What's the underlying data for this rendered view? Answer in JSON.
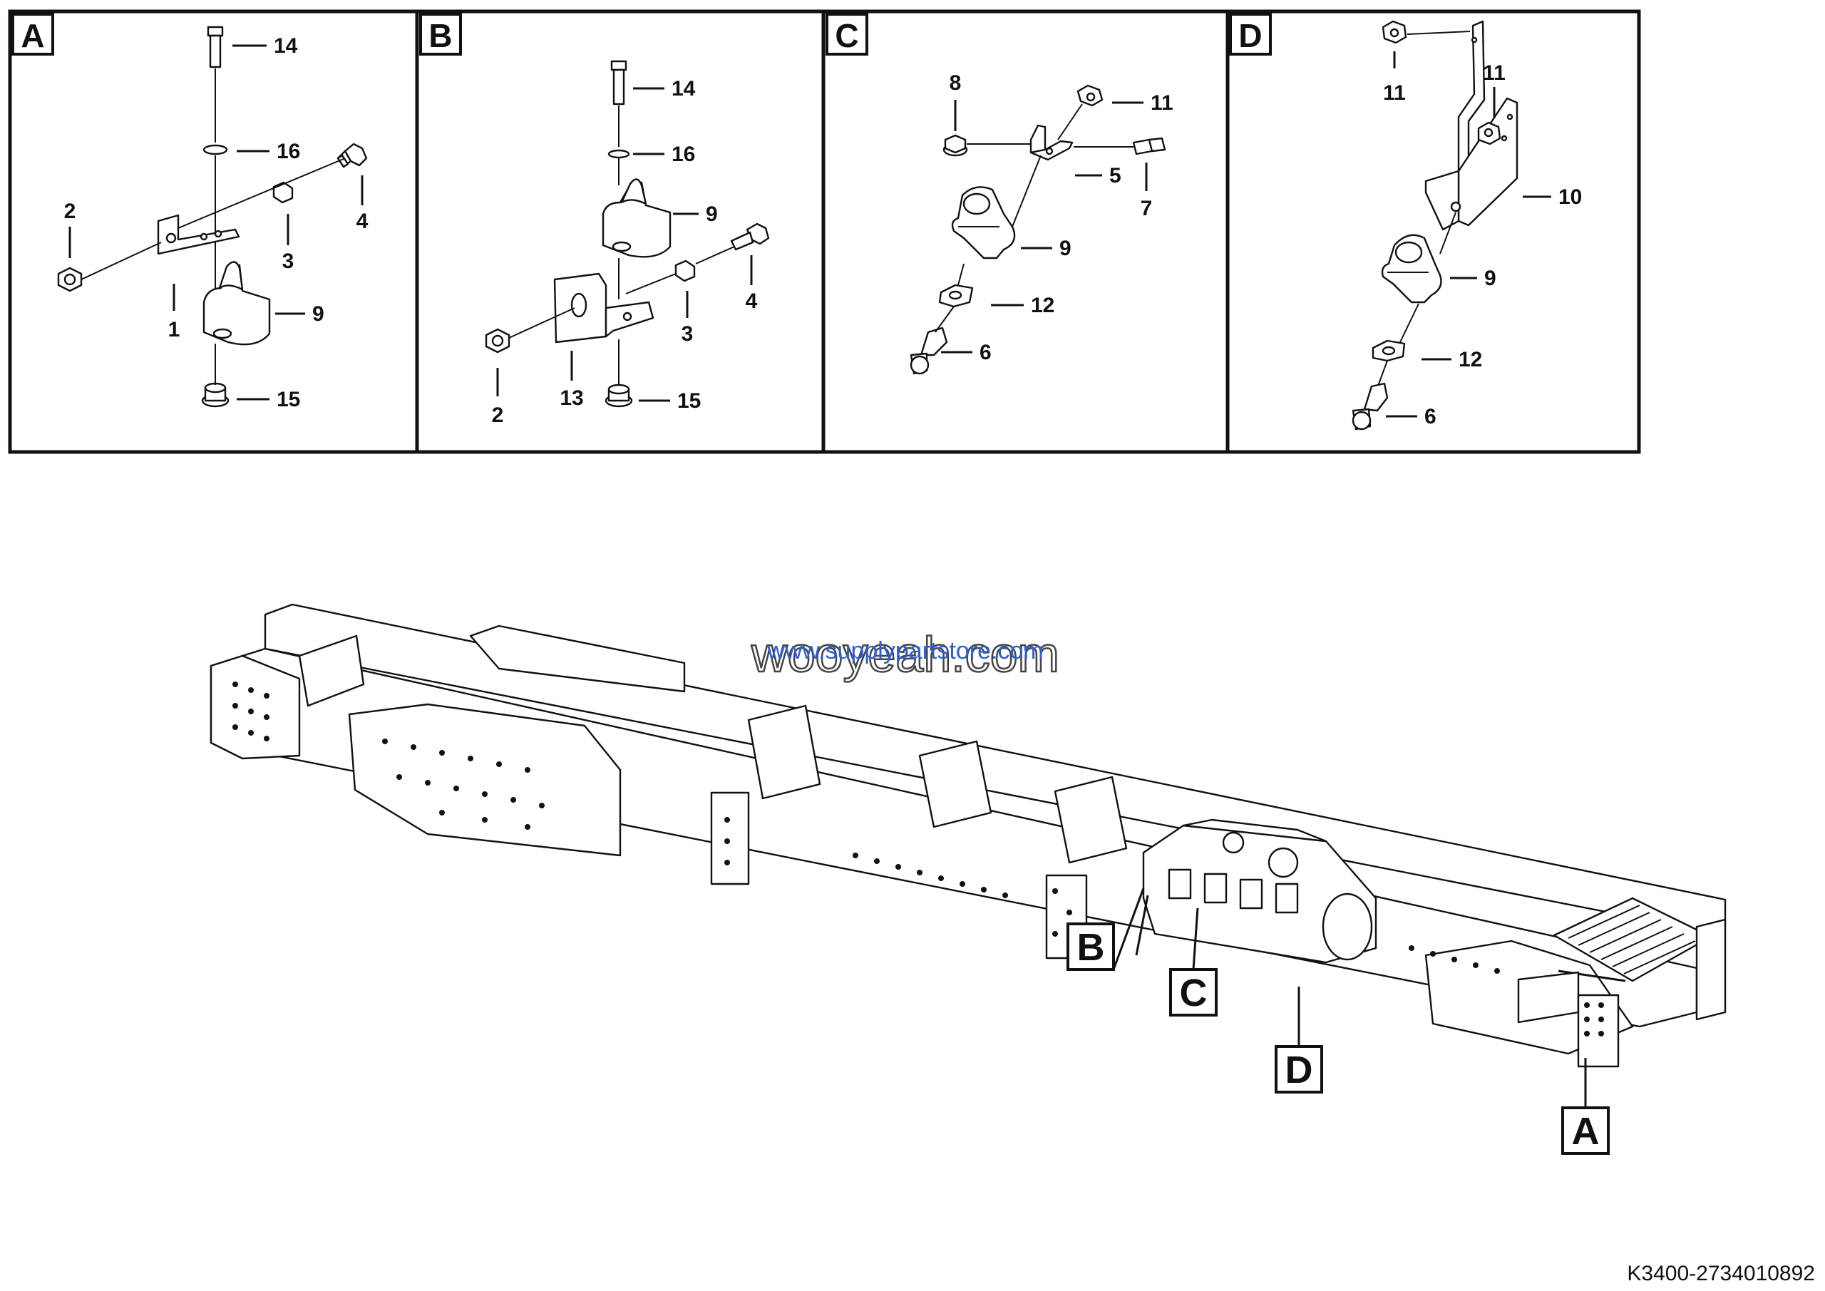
{
  "panels": [
    {
      "letter": "A",
      "callouts": [
        "14",
        "16",
        "4",
        "2",
        "3",
        "1",
        "9",
        "15"
      ]
    },
    {
      "letter": "B",
      "callouts": [
        "14",
        "16",
        "9",
        "4",
        "3",
        "2",
        "13",
        "15"
      ]
    },
    {
      "letter": "C",
      "callouts": [
        "8",
        "11",
        "5",
        "7",
        "9",
        "12",
        "6"
      ]
    },
    {
      "letter": "D",
      "callouts": [
        "11",
        "11",
        "10",
        "9",
        "12",
        "6"
      ]
    }
  ],
  "location_labels": [
    "B",
    "C",
    "D",
    "A"
  ],
  "watermark": {
    "primary": "wooyeah.com",
    "secondary": "www.supplypartstore.com"
  },
  "document_number": "K3400-2734010892"
}
